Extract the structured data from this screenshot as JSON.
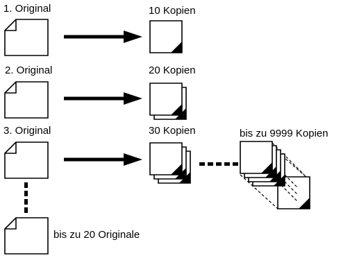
{
  "rows": [
    {
      "original_label": "1. Original",
      "copies_label": "10 Kopien"
    },
    {
      "original_label": "2. Original",
      "copies_label": "20 Kopien"
    },
    {
      "original_label": "3. Original",
      "copies_label": "30 Kopien"
    }
  ],
  "max_copies_label": "bis zu 9999 Kopien",
  "max_originals_label": "bis zu 20 Originale",
  "colors": {
    "ink": "#000000",
    "paper": "#ffffff"
  }
}
